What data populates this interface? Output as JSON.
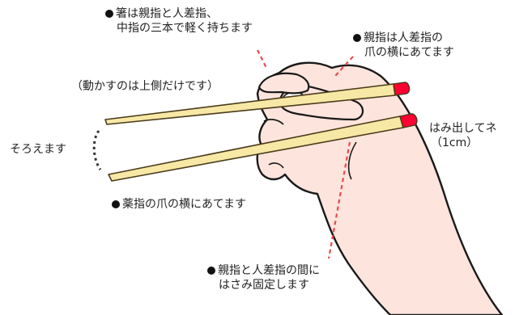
{
  "labels": {
    "hold": {
      "line1": "箸は親指と人差指、",
      "line2": "中指の三本で軽く持ちます"
    },
    "thumb": {
      "line1": "親指は人差指の",
      "line2": "爪の横にあてます"
    },
    "move_upper": "（動かすのは上側だけです）",
    "align": "そろえます",
    "stick_out": {
      "line1": "はみ出してネ",
      "line2": "（1cm）"
    },
    "ring": "薬指の爪の横にあてます",
    "fix": {
      "line1": "親指と人差指の間に",
      "line2": "はさみ固定します"
    }
  },
  "colors": {
    "skin": "#fde4dd",
    "skin_outline": "#1a1a1a",
    "chopstick": "#f8e8a6",
    "chopstick_outline": "#4a3b1a",
    "chopstick_tip": "#ff0033",
    "leader_line": "#e84a4a",
    "bullet": "#111111"
  }
}
